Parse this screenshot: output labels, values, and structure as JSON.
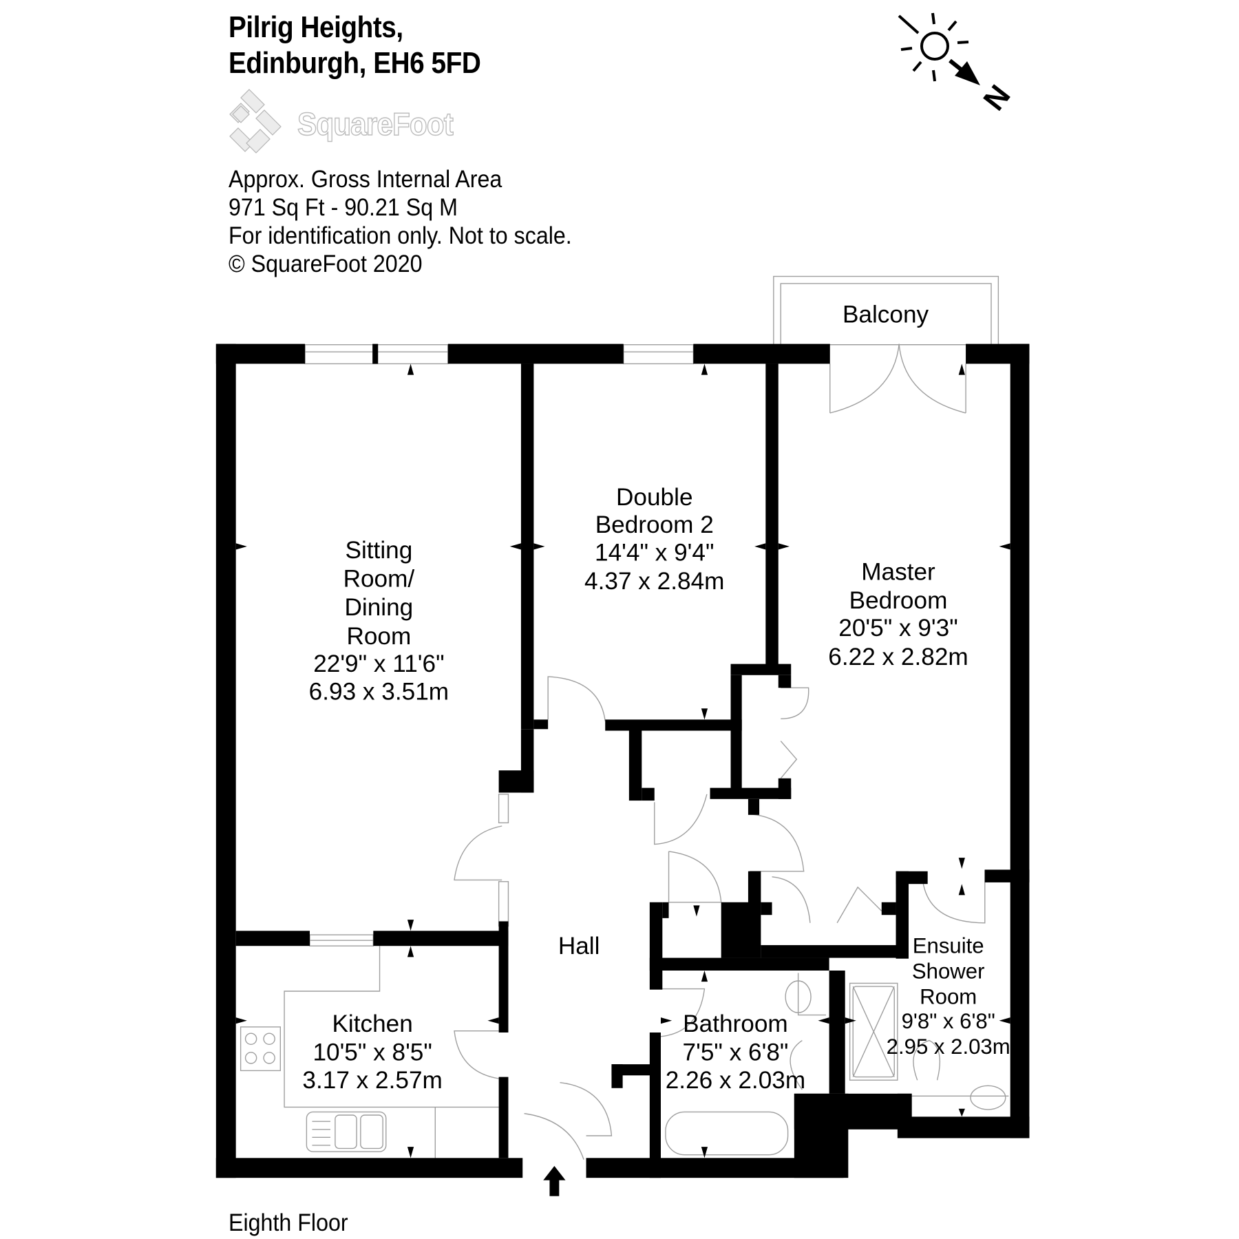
{
  "header": {
    "title_line1": "Pilrig Heights,",
    "title_line2": "Edinburgh, EH6 5FD"
  },
  "logo": {
    "brand": "SquareFoot",
    "color": "#bdbdbd"
  },
  "info": {
    "line1": "Approx. Gross Internal Area",
    "line2": "971 Sq Ft  -  90.21 Sq M",
    "line3": "For identification only. Not to scale.",
    "line4": "© SquareFoot 2020"
  },
  "compass": {
    "icon": "sun-icon",
    "direction_label": "N"
  },
  "floor": {
    "label": "Eighth Floor"
  },
  "rooms": {
    "balcony": {
      "name": "Balcony"
    },
    "sitting": {
      "line1": "Sitting",
      "line2": "Room/",
      "line3": "Dining",
      "line4": "Room",
      "imperial": "22'9\" x 11'6\"",
      "metric": "6.93 x 3.51m"
    },
    "bedroom2": {
      "line1": "Double",
      "line2": "Bedroom 2",
      "imperial": "14'4\" x 9'4\"",
      "metric": "4.37 x 2.84m"
    },
    "master": {
      "line1": "Master",
      "line2": "Bedroom",
      "imperial": "20'5\" x 9'3\"",
      "metric": "6.22 x 2.82m"
    },
    "hall": {
      "name": "Hall"
    },
    "kitchen": {
      "name": "Kitchen",
      "imperial": "10'5\" x 8'5\"",
      "metric": "3.17 x 2.57m"
    },
    "bathroom": {
      "name": "Bathroom",
      "imperial": "7'5\" x 6'8\"",
      "metric": "2.26 x 2.03m"
    },
    "ensuite": {
      "line1": "Ensuite",
      "line2": "Shower",
      "line3": "Room",
      "imperial": "9'8\" x 6'8\"",
      "metric": "2.95 x 2.03m"
    }
  },
  "colors": {
    "wall": "#000000",
    "fixture_line": "#9e9e9e",
    "background": "#ffffff"
  }
}
